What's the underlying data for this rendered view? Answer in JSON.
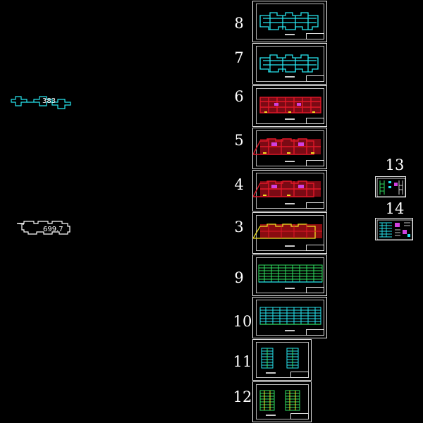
{
  "drawing": {
    "sheet_numbers": [
      "8",
      "7",
      "6",
      "5",
      "4",
      "3",
      "9",
      "10",
      "11",
      "12",
      "13",
      "14"
    ],
    "left_labels": {
      "cyan_outline": "383",
      "white_outline": "699.7"
    },
    "colors": {
      "background": "#000000",
      "cyan": "#27e6f0",
      "red": "#e01828",
      "yellow": "#f0e020",
      "magenta": "#d040e0",
      "green": "#30e060",
      "white": "#ffffff"
    },
    "icons": {
      "floor_plan": "floor-plan-icon",
      "elevation": "building-elevation-icon",
      "section": "building-section-icon",
      "detail": "detail-sheet-icon"
    }
  }
}
